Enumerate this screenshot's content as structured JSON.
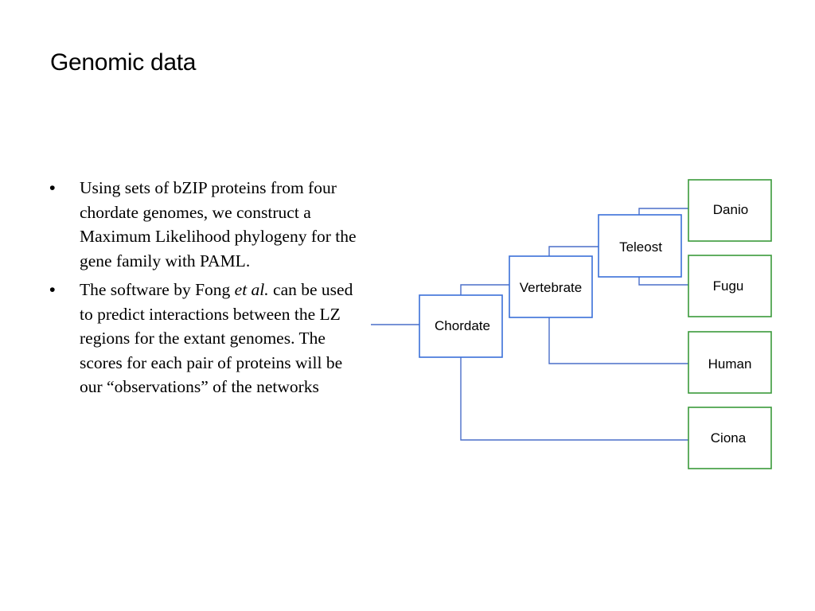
{
  "slide": {
    "title": "Genomic data"
  },
  "bullets": [
    {
      "marker": "•",
      "text_before": "Using sets of bZIP proteins from four chordate genomes, we construct a Maximum Likelihood phylogeny for the gene family with PAML.",
      "italic": "",
      "text_after": ""
    },
    {
      "marker": "•",
      "text_before": "The software by Fong ",
      "italic": "et al.",
      "text_after": " can be used to predict interactions between the LZ regions for the extant genomes. The scores for each pair of proteins will be our “observations” of the networks"
    }
  ],
  "tree": {
    "internal_nodes": {
      "chordate": "Chordate",
      "vertebrate": "Vertebrate",
      "teleost": "Teleost"
    },
    "leaves": {
      "danio": "Danio",
      "fugu": "Fugu",
      "human": "Human",
      "ciona": "Ciona"
    },
    "colors": {
      "internal_border": "#3a6fd8",
      "leaf_border": "#3a9a3a",
      "edge": "#4a6ec9"
    }
  }
}
